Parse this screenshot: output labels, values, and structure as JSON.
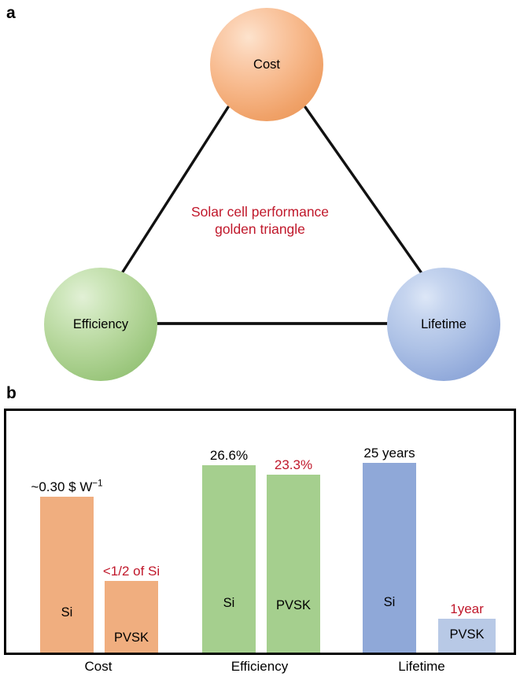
{
  "figure": {
    "panel_a_label": "a",
    "panel_b_label": "b"
  },
  "panel_a": {
    "caption_line1": "Solar cell performance",
    "caption_line2": "golden triangle",
    "caption_color": "#c0182b",
    "nodes": [
      {
        "id": "cost",
        "label": "Cost",
        "color": "#f0a269"
      },
      {
        "id": "efficiency",
        "label": "Efficiency",
        "color": "#9cc77e"
      },
      {
        "id": "lifetime",
        "label": "Lifetime",
        "color": "#93abdb"
      }
    ],
    "edges": [
      "cost-efficiency",
      "cost-lifetime",
      "efficiency-lifetime"
    ],
    "edge_color": "#000000"
  },
  "chart_data": {
    "type": "bar",
    "title": "",
    "xlabel": "",
    "ylabel": "",
    "grid": false,
    "legend": "none",
    "categories": [
      "Cost",
      "Efficiency",
      "Lifetime"
    ],
    "series": [
      {
        "name": "Si",
        "color_by_group": [
          "#f0ae7f",
          "#a5cf8e",
          "#8fa8d8"
        ]
      },
      {
        "name": "PVSK",
        "color_by_group": [
          "#f0ae7f",
          "#a5cf8e",
          "#b8c9e6"
        ]
      }
    ],
    "groups": [
      {
        "category": "Cost",
        "bars": [
          {
            "material": "Si",
            "inner_label": "Si",
            "value_label": "~0.30 $ W",
            "value_superscript": "−1",
            "value_label_color": "#000000",
            "bar_color": "#f0ae7f",
            "relative_height": 0.645
          },
          {
            "material": "PVSK",
            "inner_label": "PVSK",
            "value_label": "<1/2 of Si",
            "value_superscript": "",
            "value_label_color": "#c0182b",
            "bar_color": "#f0ae7f",
            "relative_height": 0.295
          }
        ]
      },
      {
        "category": "Efficiency",
        "bars": [
          {
            "material": "Si",
            "inner_label": "Si",
            "value_label": "26.6%",
            "value_superscript": "",
            "value_label_color": "#000000",
            "bar_color": "#a5cf8e",
            "relative_height": 0.775
          },
          {
            "material": "PVSK",
            "inner_label": "PVSK",
            "value_label": "23.3%",
            "value_superscript": "",
            "value_label_color": "#c0182b",
            "bar_color": "#a5cf8e",
            "relative_height": 0.735
          }
        ]
      },
      {
        "category": "Lifetime",
        "bars": [
          {
            "material": "Si",
            "inner_label": "Si",
            "value_label": "25 years",
            "value_superscript": "",
            "value_label_color": "#000000",
            "bar_color": "#8fa8d8",
            "relative_height": 0.785
          },
          {
            "material": "PVSK",
            "inner_label": "PVSK",
            "value_label": "1year",
            "value_superscript": "",
            "value_label_color": "#c0182b",
            "bar_color": "#b8c9e6",
            "relative_height": 0.14
          }
        ]
      }
    ]
  }
}
